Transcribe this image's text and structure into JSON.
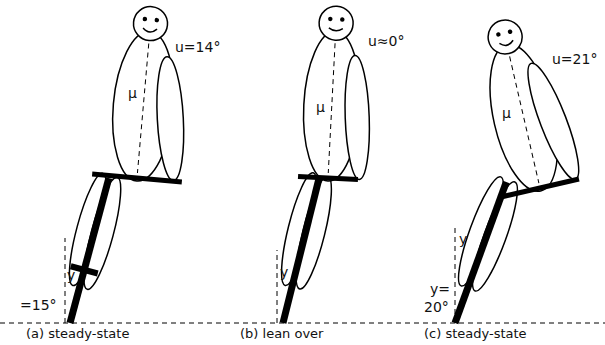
{
  "diagram": {
    "labels": [
      "u=14°",
      "μ",
      "y",
      "=15°",
      "(a) steady-state",
      "u≈0°",
      "μ",
      "y",
      "(b) lean over",
      "u=21°",
      "μ",
      "y",
      "y=",
      "20°",
      "(c) steady-state"
    ]
  }
}
